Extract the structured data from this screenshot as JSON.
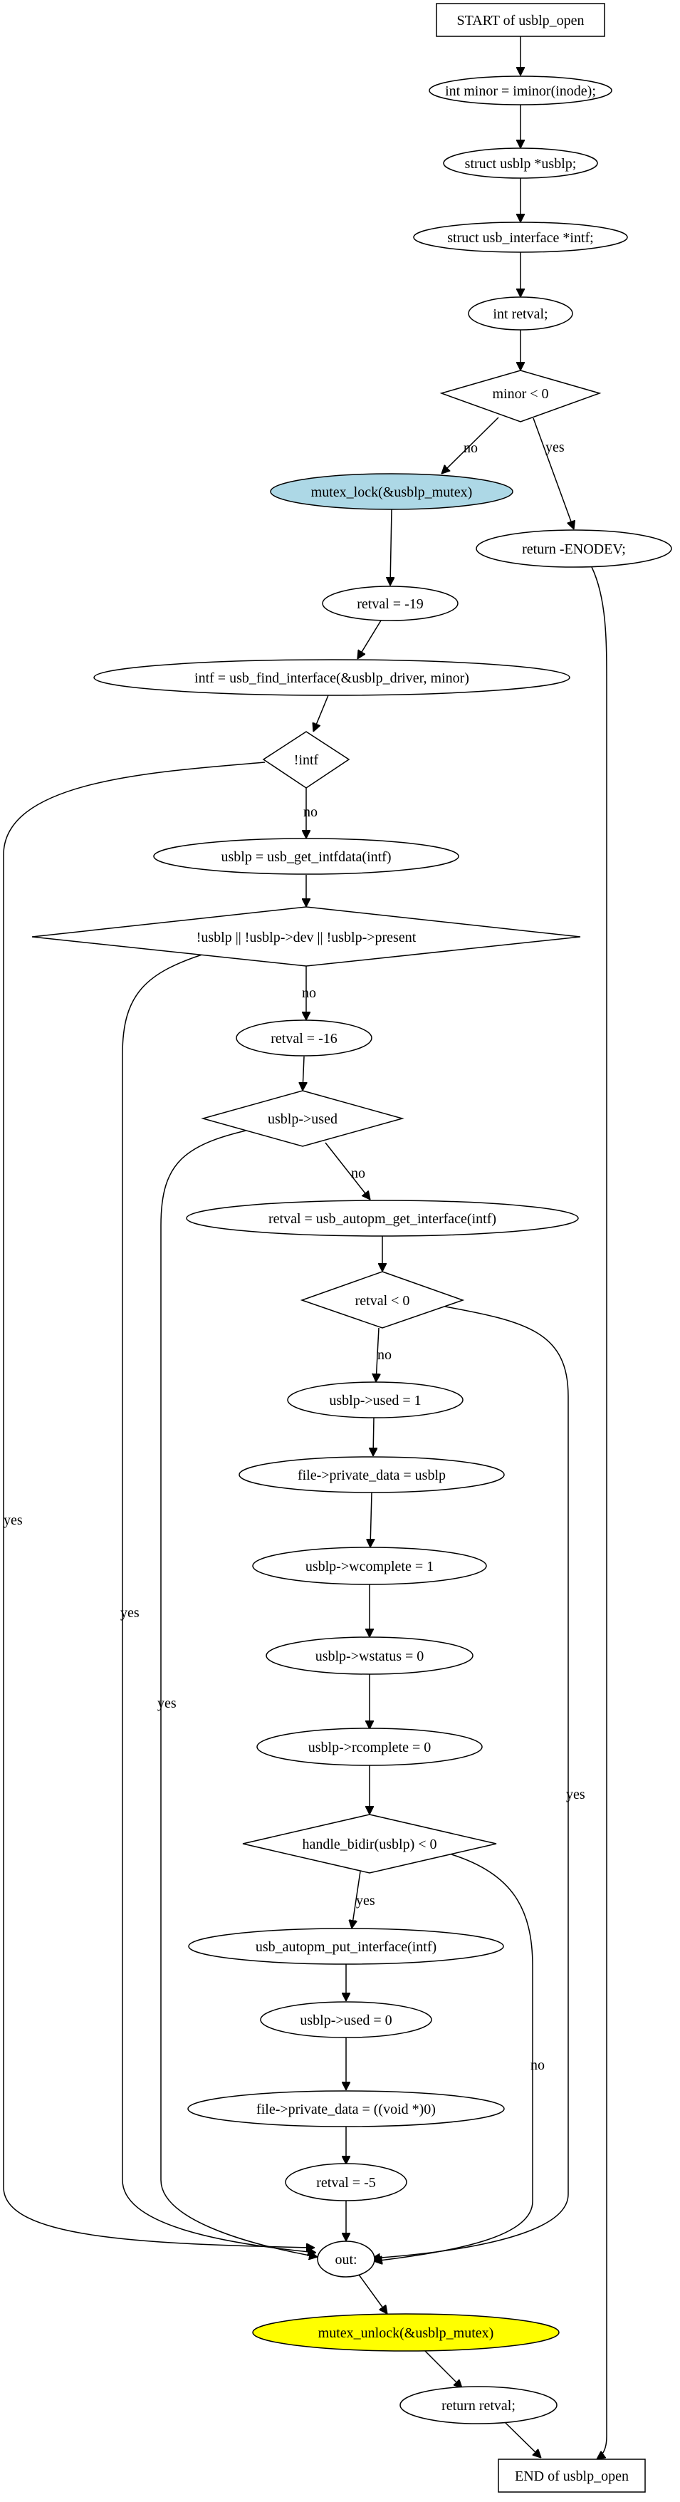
{
  "flowchart": {
    "nodes": {
      "start": {
        "label": "START of usblp_open"
      },
      "minor_decl": {
        "label": "int minor = iminor(inode);"
      },
      "usblp_decl": {
        "label": "struct usblp *usblp;"
      },
      "intf_decl": {
        "label": "struct usb_interface *intf;"
      },
      "retval_decl": {
        "label": "int retval;"
      },
      "cond_minor": {
        "label": "minor < 0"
      },
      "mutex_lock": {
        "label": "mutex_lock(&usblp_mutex)",
        "fill": "#add8e6"
      },
      "return_enodev": {
        "label": "return -ENODEV;"
      },
      "retval_19": {
        "label": "retval = -19"
      },
      "find_intf": {
        "label": "intf = usb_find_interface(&usblp_driver, minor)"
      },
      "cond_intf": {
        "label": "!intf"
      },
      "get_intfdata": {
        "label": "usblp = usb_get_intfdata(intf)"
      },
      "cond_present": {
        "label": "!usblp || !usblp->dev || !usblp->present"
      },
      "retval_16": {
        "label": "retval = -16"
      },
      "cond_used": {
        "label": "usblp->used"
      },
      "autopm_get": {
        "label": "retval = usb_autopm_get_interface(intf)"
      },
      "cond_retval": {
        "label": "retval < 0"
      },
      "used_1": {
        "label": "usblp->used = 1"
      },
      "private_data": {
        "label": "file->private_data = usblp"
      },
      "wcomplete": {
        "label": "usblp->wcomplete = 1"
      },
      "wstatus": {
        "label": "usblp->wstatus = 0"
      },
      "rcomplete": {
        "label": "usblp->rcomplete = 0"
      },
      "cond_bidir": {
        "label": "handle_bidir(usblp) < 0"
      },
      "autopm_put": {
        "label": "usb_autopm_put_interface(intf)"
      },
      "used_0": {
        "label": "usblp->used = 0"
      },
      "private_null": {
        "label": "file->private_data = ((void *)0)"
      },
      "retval_5": {
        "label": "retval = -5"
      },
      "out": {
        "label": "out:"
      },
      "mutex_unlock": {
        "label": "mutex_unlock(&usblp_mutex)",
        "fill": "#ffff00"
      },
      "return_retval": {
        "label": "return retval;"
      },
      "end": {
        "label": "END of usblp_open"
      }
    },
    "edge_labels": {
      "minor_no": "no",
      "minor_yes": "yes",
      "intf_no": "no",
      "intf_yes": "yes",
      "present_no": "no",
      "present_yes": "yes",
      "used_no": "no",
      "used_yes": "yes",
      "retval_no": "no",
      "retval_yes": "yes",
      "bidir_yes": "yes",
      "bidir_no": "no"
    }
  }
}
